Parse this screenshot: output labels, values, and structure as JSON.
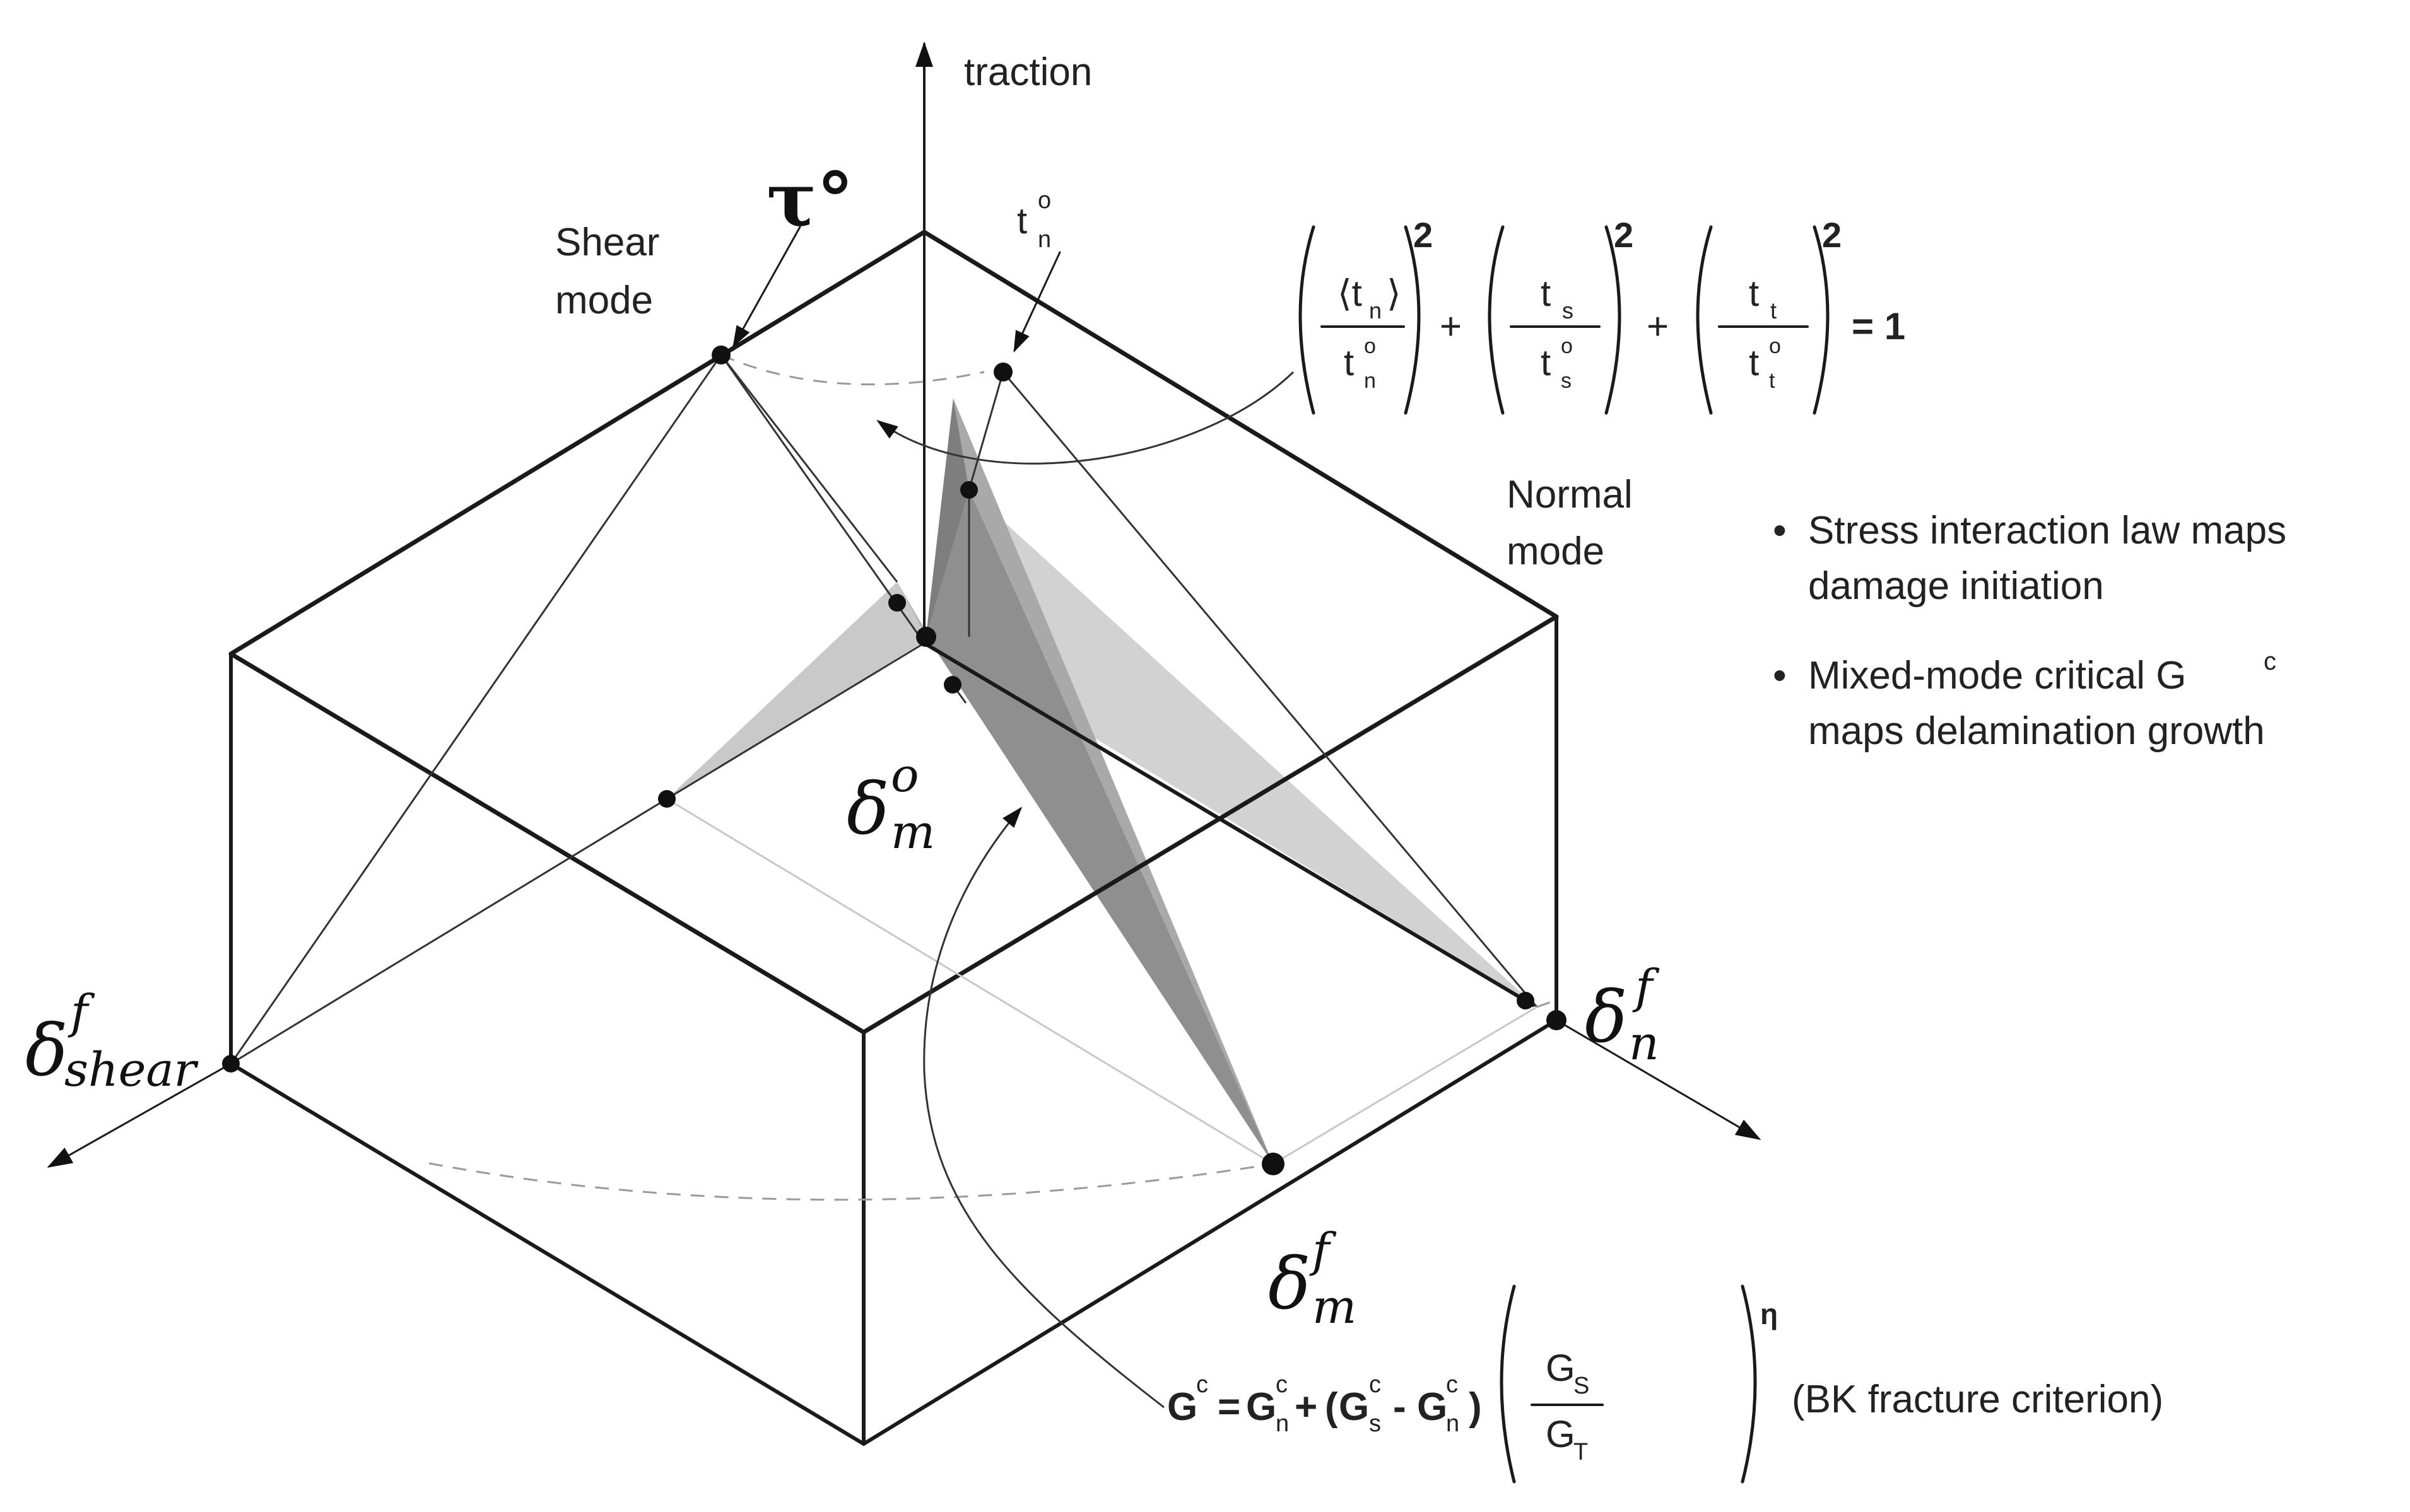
{
  "axes": {
    "traction": "traction",
    "shear_end": {
      "base": "δ",
      "sup": "f",
      "sub": "shear"
    },
    "normal_end": {
      "base": "δ",
      "sup": "f",
      "sub": "n"
    }
  },
  "modes": {
    "shear": [
      "Shear",
      "mode"
    ],
    "normal": [
      "Normal",
      "mode"
    ]
  },
  "labels": {
    "tau": "τ°",
    "tn0": {
      "base": "t",
      "sub": "n",
      "sup": "o"
    },
    "delta_m_o": {
      "base": "δ",
      "sup": "o",
      "sub": "m"
    },
    "delta_m_f": {
      "base": "δ",
      "sup": "f",
      "sub": "m"
    }
  },
  "equations": {
    "quadratic": {
      "terms": [
        {
          "num": "⟨t",
          "num_sub": "n",
          "num_close": "⟩",
          "den": "t",
          "den_sub": "n",
          "den_sup": "o",
          "pow": "2"
        },
        {
          "num": "t",
          "num_sub": "s",
          "den": "t",
          "den_sub": "s",
          "den_sup": "o",
          "pow": "2"
        },
        {
          "num": "t",
          "num_sub": "t",
          "den": "t",
          "den_sub": "t",
          "den_sup": "o",
          "pow": "2"
        }
      ],
      "plus": "+",
      "rhs": "= 1"
    },
    "bk": {
      "lhs": "G",
      "lhs_sup": "c",
      "eq": "=",
      "gn": "G",
      "gn_sup": "c",
      "gn_sub": "n",
      "plus": "+",
      "paren_open": "(",
      "gs": "G",
      "gs_sup": "c",
      "gs_sub": "s",
      "minus": "-",
      "paren_close": ")",
      "frac_num": "G",
      "frac_num_sub": "S",
      "frac_den": "G",
      "frac_den_sub": "T",
      "exponent": "η",
      "note": "(BK fracture criterion)"
    }
  },
  "bullets": [
    {
      "marker": "•",
      "lines": [
        "Stress interaction law maps",
        "damage initiation"
      ]
    },
    {
      "marker": "•",
      "lines": [
        "Mixed-mode critical G",
        "maps delamination growth"
      ],
      "sup": "c"
    }
  ],
  "colors": {
    "line": "#1a1a1a",
    "fill_light": "#d0d0d0",
    "fill_mid": "#a8a8a8",
    "fill_dark": "#8a8a8a",
    "dashed": "#9a9a9a"
  }
}
